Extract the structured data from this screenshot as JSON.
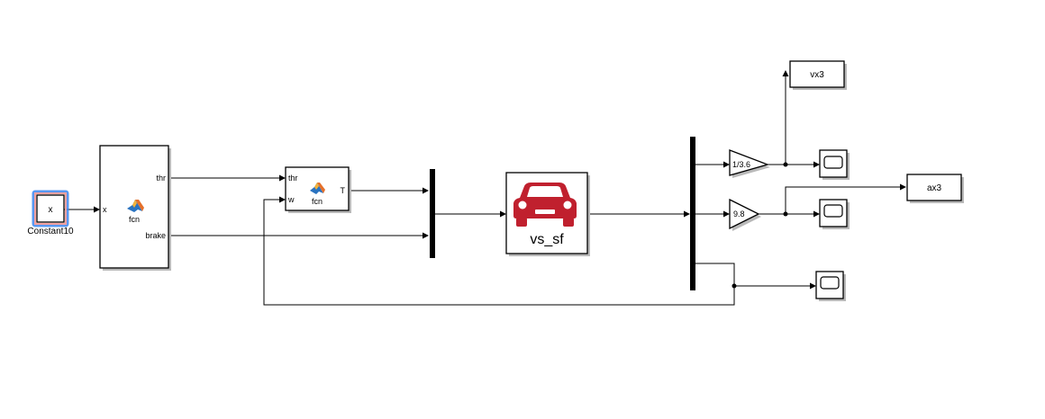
{
  "constant": {
    "value": "x",
    "name": "Constant10"
  },
  "fcn1": {
    "name": "fcn",
    "in_port": "x",
    "out_ports": [
      "thr",
      "brake"
    ]
  },
  "fcn2": {
    "name": "fcn",
    "in_ports": [
      "thr",
      "w"
    ],
    "out_port": "T"
  },
  "vehicle": {
    "name": "vs_sf",
    "icon": "car-icon",
    "color": "#c0202e"
  },
  "gains": {
    "speed": "1/3.6",
    "accel": "9.8"
  },
  "outputs": {
    "speed_workspace": "vx3",
    "accel_workspace": "ax3"
  },
  "colors": {
    "selection": "#3b86f0",
    "selection_inner": "#f2a1a1",
    "matlab_orange": "#e5702a",
    "matlab_blue": "#2a73c0"
  }
}
